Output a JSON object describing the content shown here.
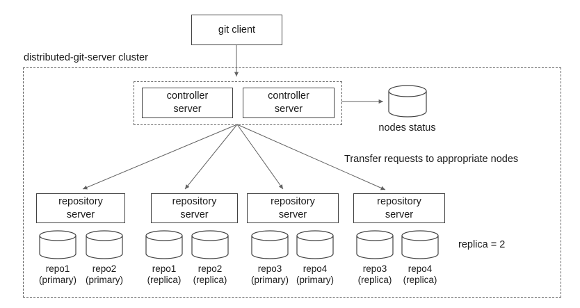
{
  "colors": {
    "background": "#ffffff",
    "line": "#424242",
    "arrow": "#616161",
    "text": "#1a1a1a"
  },
  "nodes": {
    "git_client_label": "git client",
    "controller_label": "controller\nserver",
    "repository_label": "repository\nserver"
  },
  "labels": {
    "cluster": "distributed-git-server cluster",
    "nodes_status": "nodes status",
    "transfer_note": "Transfer requests to appropriate nodes",
    "replica_note": "replica = 2"
  },
  "repos": [
    {
      "name": "repo1",
      "role": "(primary)"
    },
    {
      "name": "repo2",
      "role": "(primary)"
    },
    {
      "name": "repo1",
      "role": "(replica)"
    },
    {
      "name": "repo2",
      "role": "(replica)"
    },
    {
      "name": "repo3",
      "role": "(primary)"
    },
    {
      "name": "repo4",
      "role": "(primary)"
    },
    {
      "name": "repo3",
      "role": "(replica)"
    },
    {
      "name": "repo4",
      "role": "(replica)"
    }
  ]
}
